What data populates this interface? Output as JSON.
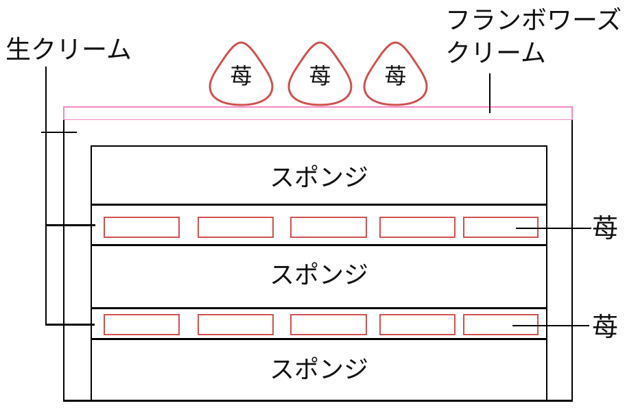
{
  "labels": {
    "fresh_cream": "生クリーム",
    "framboise_line1": "フランボワーズ",
    "framboise_line2": "クリーム",
    "sponge": "スポンジ",
    "strawberry": "苺"
  },
  "colors": {
    "strawberry_red": "#d0504e",
    "framboise_pink": "#f487c2",
    "line_black": "#000000",
    "background": "#ffffff"
  }
}
